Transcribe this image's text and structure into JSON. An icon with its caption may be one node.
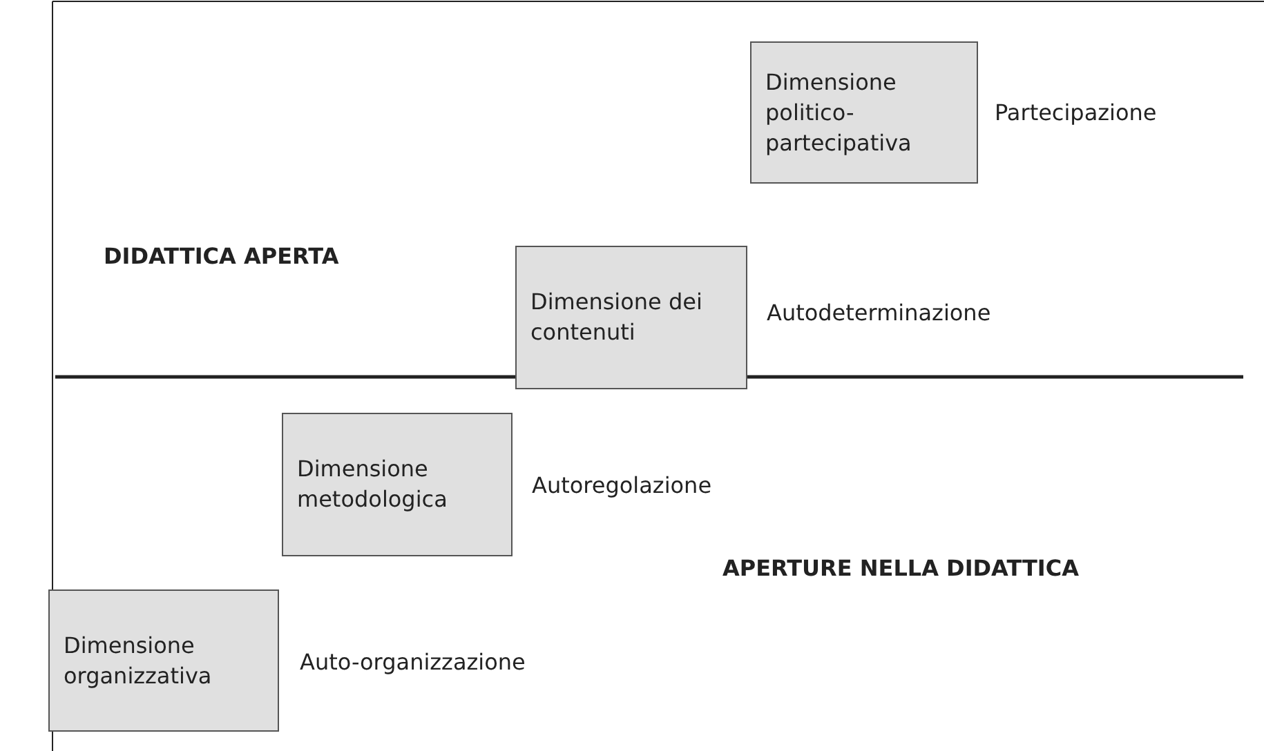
{
  "diagram": {
    "nodes": [
      {
        "text": [
          "Dimensione politico-partecipativa"
        ],
        "beside": [
          "Partecipazione"
        ]
      },
      {
        "text": [
          "Dimensione dei contenuti"
        ],
        "beside": [
          "Autodeterminazione"
        ]
      },
      {
        "text": [
          "Dimensione metodologica"
        ],
        "beside": [
          "Autoregolazione"
        ]
      },
      {
        "text": [
          "Dimensione organizzativa"
        ],
        "beside": [
          "Auto-organizzazione"
        ]
      }
    ],
    "edges": [],
    "labels": [
      "DIDATTICA APERTA",
      "APERTURE NELLA DIDATTICA"
    ]
  }
}
